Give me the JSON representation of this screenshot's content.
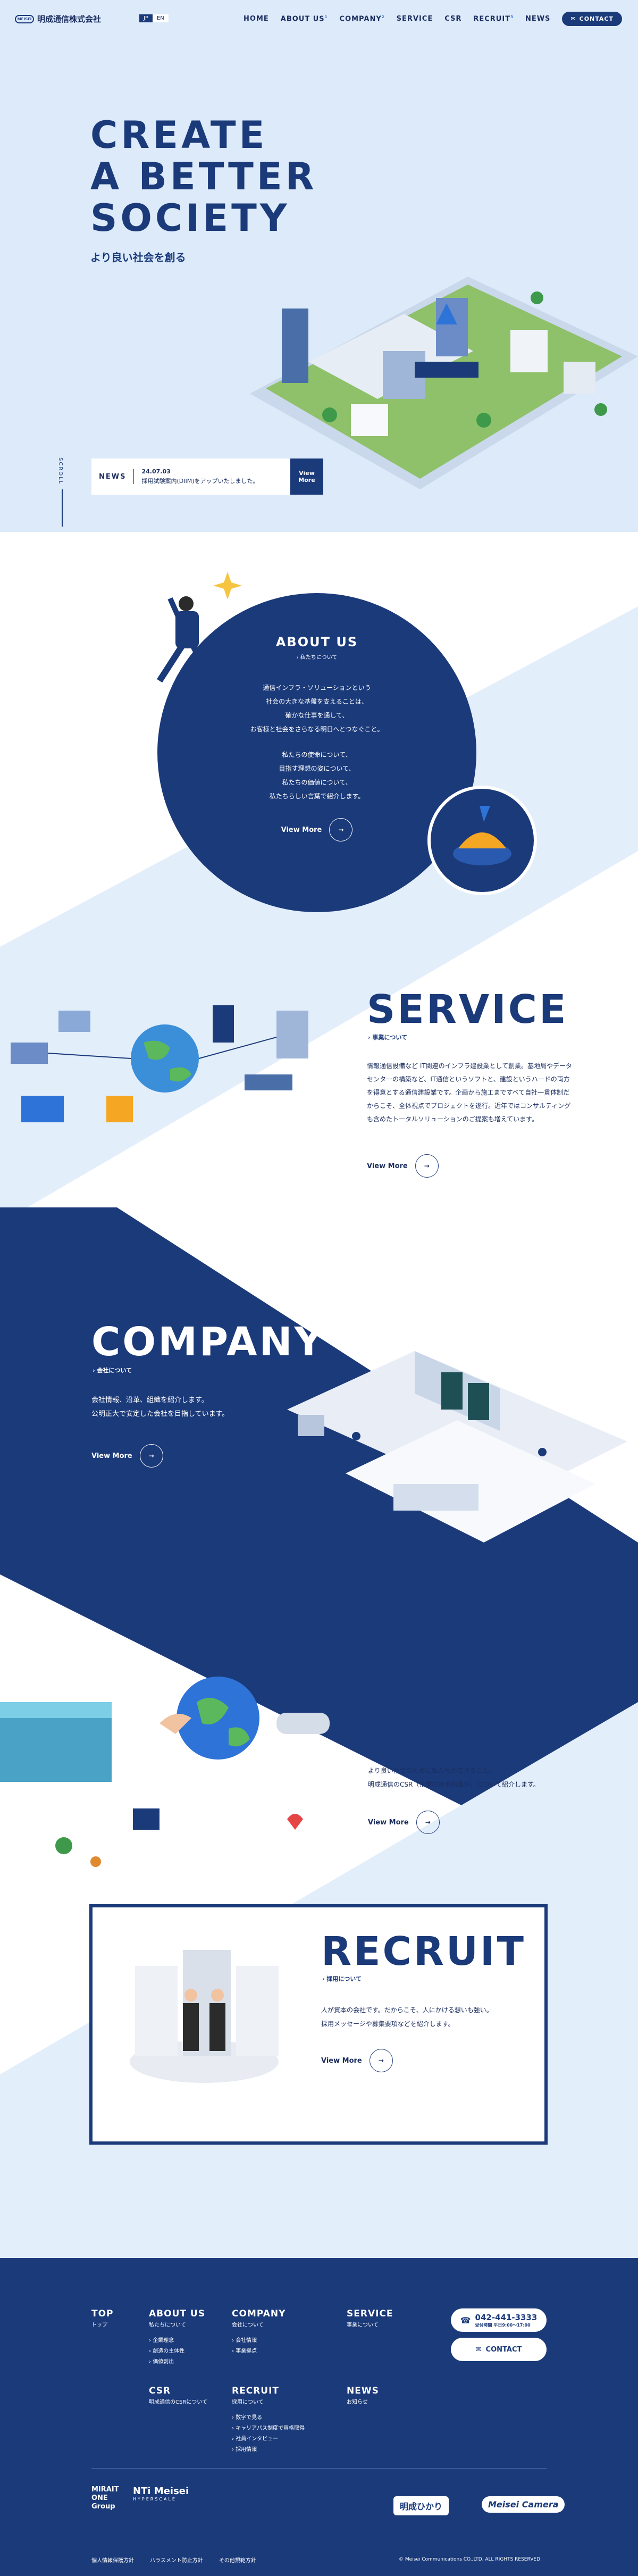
{
  "header": {
    "company_name": "明成通信株式会社",
    "logo_mark": "MEISEI",
    "lang": [
      "JP",
      "EN"
    ],
    "nav": [
      {
        "label": "HOME",
        "sup": ""
      },
      {
        "label": "ABOUT US",
        "sup": "1"
      },
      {
        "label": "COMPANY",
        "sup": "2"
      },
      {
        "label": "SERVICE",
        "sup": ""
      },
      {
        "label": "CSR",
        "sup": ""
      },
      {
        "label": "RECRUIT",
        "sup": "3"
      },
      {
        "label": "NEWS",
        "sup": ""
      }
    ],
    "contact_label": "CONTACT"
  },
  "hero": {
    "title_lines": [
      "CREATE",
      "A BETTER",
      "SOCIETY"
    ],
    "subtitle": "より良い社会を創る",
    "scroll_label": "SCROLL",
    "news_label": "NEWS",
    "news_date": "24.07.03",
    "news_text": "採用試験案内(DIIM)をアップいたしました。",
    "news_more": "View More"
  },
  "about": {
    "title": "ABOUT US",
    "subtitle": "› 私たちについて",
    "paragraphs": [
      "通信インフラ・ソリューションという",
      "社会の大きな基盤を支えることは、",
      "確かな仕事を通して、",
      "お客様と社会をさらなる明日へとつなぐこと。",
      "",
      "私たちの使命について、",
      "目指す理想の姿について、",
      "私たちの価値について、",
      "私たちらしい言葉で紹介します。"
    ],
    "view_more": "View More"
  },
  "service": {
    "title": "SERVICE",
    "subtitle": "› 事業について",
    "text": "情報通信設備など IT関連のインフラ建設業として創業。基地局やデータセンターの構築など、IT通信というソフトと、建設というハードの両方を得意とする通信建設業です。企画から施工まですべて自社一貫体制だからこそ、全体視点でプロジェクトを遂行。近年ではコンサルティングも含めたトータルソリューションのご提案も増えています。",
    "view_more": "View More"
  },
  "company": {
    "title": "COMPANY",
    "subtitle": "› 会社について",
    "lines": [
      "会社情報、沿革、組織を紹介します。",
      "公明正大で安定した会社を目指しています。"
    ],
    "view_more": "View More"
  },
  "csr": {
    "title": "CSR",
    "subtitle": "› 明成通信のCSRについて",
    "lines": [
      "より良い社会のために私たちができること。",
      "明成通信のCSR（企業の社会的責任）について紹介します。"
    ],
    "view_more": "View More"
  },
  "recruit": {
    "title": "RECRUIT",
    "subtitle": "› 採用について",
    "lines": [
      "人が資本の会社です。だからこそ、人にかける想いも強い。",
      "採用メッセージや募集要項などを紹介します。"
    ],
    "view_more": "View More"
  },
  "footer": {
    "columns": [
      {
        "title": "TOP",
        "sub": "トップ",
        "items": []
      },
      {
        "title": "ABOUT US",
        "sub": "私たちについて",
        "items": [
          "企業理念",
          "創造の主体性",
          "価値創出"
        ]
      },
      {
        "title": "COMPANY",
        "sub": "会社について",
        "items": [
          "会社情報",
          "事業拠点"
        ]
      },
      {
        "title": "SERVICE",
        "sub": "事業について",
        "items": []
      },
      {
        "title": "CSR",
        "sub": "明成通信のCSRについて",
        "items": []
      },
      {
        "title": "RECRUIT",
        "sub": "採用について",
        "items": [
          "数字で見る",
          "キャリアパス制度で資格取得",
          "社員インタビュー",
          "採用情報"
        ]
      },
      {
        "title": "NEWS",
        "sub": "お知らせ",
        "items": []
      }
    ],
    "phone": "042-441-3333",
    "phone_hours": "受付時間 平日9:00〜17:00",
    "contact": "CONTACT",
    "group_logo_1": "MIRAIT ONE Group",
    "group_logo_2": "NTi Meisei",
    "group_logo_2_sub": "HYPERSCALE",
    "badge_1": "明成ひかり",
    "badge_2": "Meisei Camera",
    "links": [
      "個人情報保護方針",
      "ハラスメント防止方針",
      "その他規範方針"
    ],
    "copyright": "© Meisei Communications CO.,LTD. ALL RIGHTS RESERVED."
  },
  "colors": {
    "navy": "#1b3a7a",
    "light_blue": "#dceafa",
    "accent": "#2e74d8"
  }
}
